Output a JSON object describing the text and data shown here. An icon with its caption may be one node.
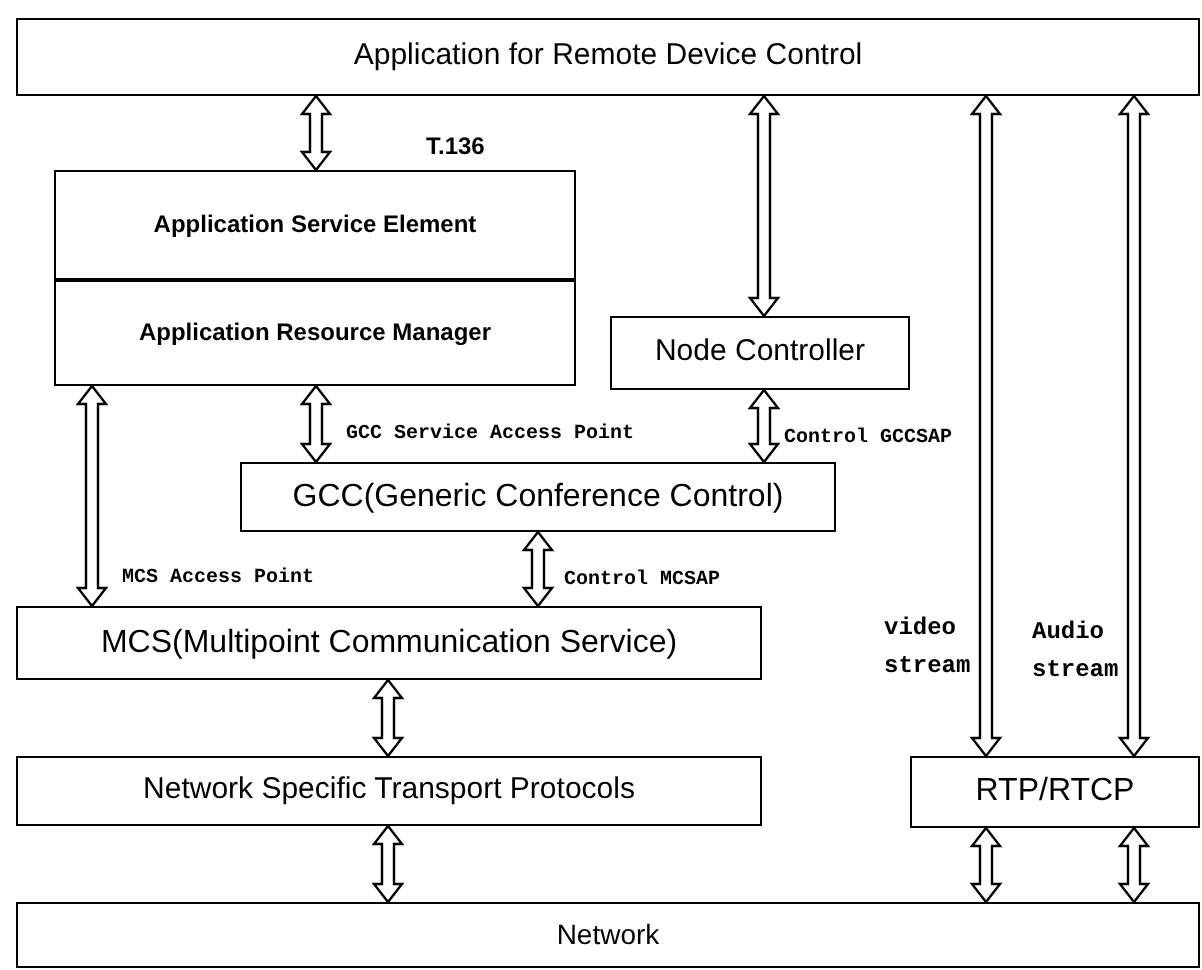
{
  "diagram": {
    "nodes": [
      {
        "text": [
          "Application for Remote Device Control"
        ]
      },
      {
        "text": [
          "Application Service Element"
        ]
      },
      {
        "text": [
          "Application Resource Manager"
        ]
      },
      {
        "text": [
          "Node Controller"
        ]
      },
      {
        "text": [
          "GCC(Generic Conference Control)"
        ]
      },
      {
        "text": [
          "MCS(Multipoint Communication Service)"
        ]
      },
      {
        "text": [
          "Network Specific Transport Protocols"
        ]
      },
      {
        "text": [
          "RTP/RTCP"
        ]
      },
      {
        "text": [
          "Network"
        ]
      }
    ],
    "edges": [
      {
        "from": 0,
        "to": 1,
        "arrow": "both"
      },
      {
        "from": 0,
        "to": 3,
        "arrow": "both"
      },
      {
        "from": 0,
        "to": 7,
        "arrow": "both"
      },
      {
        "from": 0,
        "to": 7,
        "arrow": "both"
      },
      {
        "from": 2,
        "to": 4,
        "arrow": "both",
        "label": "GCC Service Access Point"
      },
      {
        "from": 3,
        "to": 4,
        "arrow": "both",
        "label": "Control GCCSAP"
      },
      {
        "from": 2,
        "to": 5,
        "arrow": "both",
        "label": "MCS Access Point"
      },
      {
        "from": 4,
        "to": 5,
        "arrow": "both",
        "label": "Control MCSAP"
      },
      {
        "from": 5,
        "to": 6,
        "arrow": "both"
      },
      {
        "from": 6,
        "to": 8,
        "arrow": "both"
      },
      {
        "from": 7,
        "to": 8,
        "arrow": "both"
      },
      {
        "from": 7,
        "to": 8,
        "arrow": "both"
      }
    ],
    "labels": [
      "T.136",
      "video stream",
      "Audio stream"
    ]
  }
}
